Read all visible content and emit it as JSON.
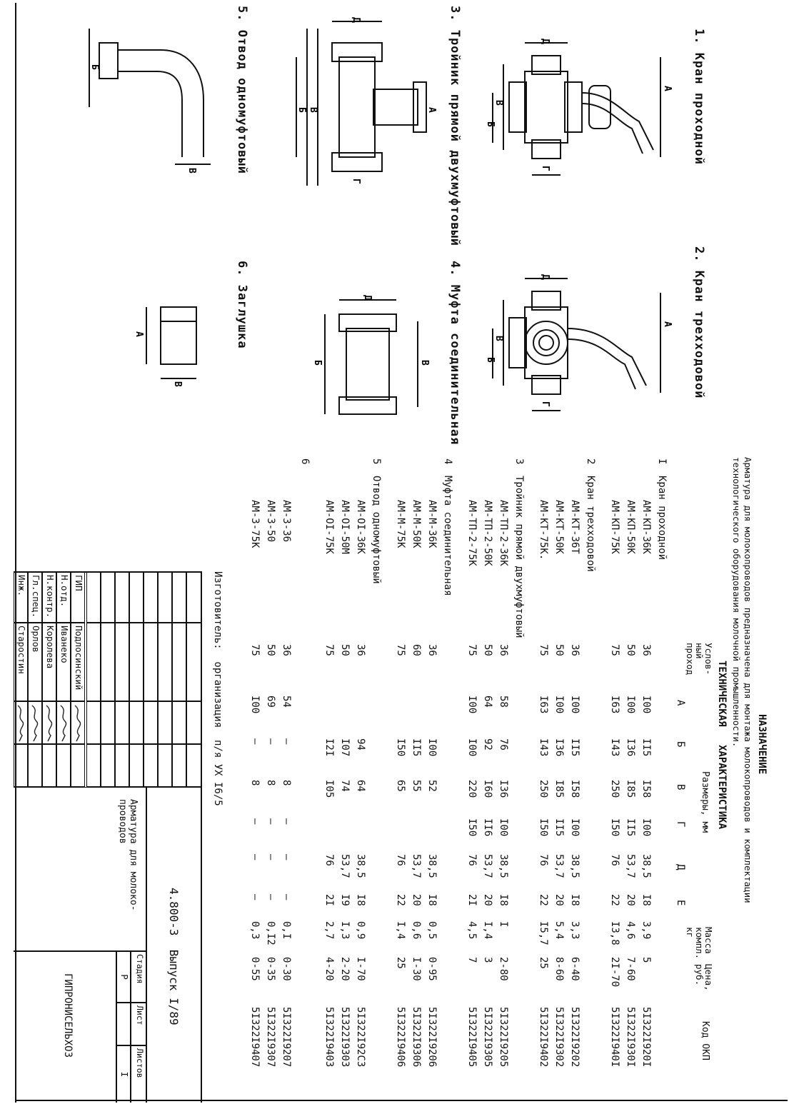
{
  "items": [
    {
      "title": "1. Кран проходной"
    },
    {
      "title": "2. Кран трехходовой"
    },
    {
      "title": "3. Тройник прямой двухмуфтовый"
    },
    {
      "title": "4. Муфта соединительная"
    },
    {
      "title": "5. Отвод одномуфтовый"
    },
    {
      "title": "6. Заглушка"
    }
  ],
  "dim_letters": {
    "a": "А",
    "b": "Б",
    "v": "В",
    "g": "Г",
    "d": "Д",
    "e": "Е"
  },
  "spec": {
    "heading": "НАЗНАЧЕНИЕ",
    "purpose_line1": "Арматура для молокопроводов предназначена для монтажа молокопроводов и комплектации",
    "purpose_line2": "технологического оборудования молочной промышленности.",
    "tech_heading": "ТЕХНИЧЕСКАЯ   ХАРАКТЕРИСТИКА",
    "col_nominal": "Услов-\nный\nпроход",
    "col_dimensions": "Размеры, мм",
    "col_letters": [
      "А",
      "Б",
      "В",
      "Г",
      "Д",
      "Е"
    ],
    "col_mass": "Масса\nкомпл.\nкг",
    "col_price": "Цена,\nруб.",
    "col_okp": "Код ОКП",
    "groups": [
      {
        "num": "I",
        "name": "Кран проходной",
        "rows": [
          {
            "code": "АМ-КП-36К",
            "dn": "36",
            "a": "I00",
            "b": "II5",
            "v": "I58",
            "g": "I00",
            "d": "38,5",
            "e": "I8",
            "mass": "3,9",
            "price": "5",
            "okp": "5I322I920I"
          },
          {
            "code": "АМ-КП-50К",
            "dn": "50",
            "a": "I00",
            "b": "I36",
            "v": "I85",
            "g": "II5",
            "d": "53,7",
            "e": "20",
            "mass": "4,6",
            "price": "7-60",
            "okp": "5I322I930I"
          },
          {
            "code": "АМ-КП-75К",
            "dn": "75",
            "a": "I63",
            "b": "I43",
            "v": "250",
            "g": "I50",
            "d": "76",
            "e": "22",
            "mass": "I3,8",
            "price": "2I-70",
            "okp": "5I322I940I"
          }
        ]
      },
      {
        "num": "2",
        "name": "Кран трехходовой",
        "rows": [
          {
            "code": "АМ-КТ-36Т",
            "dn": "36",
            "a": "I00",
            "b": "II5",
            "v": "I58",
            "g": "I00",
            "d": "38,5",
            "e": "I8",
            "mass": "3,3",
            "price": "6-40",
            "okp": "5I322I9202"
          },
          {
            "code": "АМ-КТ-50К",
            "dn": "50",
            "a": "I00",
            "b": "I36",
            "v": "I85",
            "g": "II5",
            "d": "53,7",
            "e": "20",
            "mass": "5,4",
            "price": "8-60",
            "okp": "5I322I9302"
          },
          {
            "code": "АМ-КТ-75К.",
            "dn": "75",
            "a": "I63",
            "b": "I43",
            "v": "250",
            "g": "I50",
            "d": "76",
            "e": "22",
            "mass": "I5,7",
            "price": "25",
            "okp": "5I322I9402"
          }
        ]
      },
      {
        "num": "3",
        "name": "Тройник прямой двухмуфтовый",
        "rows": [
          {
            "code": "АМ-ТП-2-36К",
            "dn": "36",
            "a": "58",
            "b": "76",
            "v": "I36",
            "g": "I00",
            "d": "38,5",
            "e": "I8",
            "mass": "I",
            "price": "2-80",
            "okp": "5I322I9205"
          },
          {
            "code": "АМ-ТП-2-50К",
            "dn": "50",
            "a": "64",
            "b": "92",
            "v": "I60",
            "g": "II6",
            "d": "53,7",
            "e": "20",
            "mass": "I,4",
            "price": "3",
            "okp": "5I322I9305"
          },
          {
            "code": "АМ-ТП-2-75К",
            "dn": "75",
            "a": "I00",
            "b": "I00",
            "v": "220",
            "g": "I50",
            "d": "76",
            "e": "2I",
            "mass": "4,5",
            "price": "7",
            "okp": "5I322I9405"
          }
        ]
      },
      {
        "num": "4",
        "name": "Муфта соединительная",
        "rows": [
          {
            "code": "АМ-М-36К",
            "dn": "36",
            "a": "",
            "b": "I00",
            "v": "52",
            "g": "",
            "d": "38,5",
            "e": "I8",
            "mass": "0,5",
            "price": "0-95",
            "okp": "5I322I9206"
          },
          {
            "code": "АМ-М-50К",
            "dn": "60",
            "a": "",
            "b": "II5",
            "v": "55",
            "g": "",
            "d": "53,7",
            "e": "20",
            "mass": "0,6",
            "price": "I-30",
            "okp": "5I322I9306"
          },
          {
            "code": "АМ-М-75К",
            "dn": "75",
            "a": "",
            "b": "I50",
            "v": "65",
            "g": "",
            "d": "76",
            "e": "22",
            "mass": "I,4",
            "price": "25",
            "okp": "5I322I9406"
          }
        ]
      },
      {
        "num": "5",
        "name": "Отвод одномуфтовый",
        "rows": [
          {
            "code": "АМ-ОI-36К",
            "dn": "36",
            "a": "",
            "b": "94",
            "v": "64",
            "g": "",
            "d": "38,5",
            "e": "I8",
            "mass": "0,9",
            "price": "I-70",
            "okp": "5I322I92C3"
          },
          {
            "code": "АМ-ОI-50М",
            "dn": "50",
            "a": "",
            "b": "I07",
            "v": "74",
            "g": "",
            "d": "53,7",
            "e": "I9",
            "mass": "I,3",
            "price": "2-20",
            "okp": "5I322I9303"
          },
          {
            "code": "АМ-ОI-75К",
            "dn": "75",
            "a": "",
            "b": "I2I",
            "v": "I05",
            "g": "",
            "d": "76",
            "e": "2I",
            "mass": "2,7",
            "price": "4-20",
            "okp": "5I322I9403"
          }
        ]
      },
      {
        "num": "6",
        "name": "",
        "rows": [
          {
            "code": "АМ-3-36",
            "dn": "36",
            "a": "54",
            "b": "–",
            "v": "8",
            "g": "–",
            "d": "–",
            "e": "–",
            "mass": "0,I",
            "price": "0-30",
            "okp": "5I322I9207"
          },
          {
            "code": "АМ-3-50",
            "dn": "50",
            "a": "69",
            "b": "–",
            "v": "8",
            "g": "–",
            "d": "–",
            "e": "–",
            "mass": "0,I2",
            "price": "0-35",
            "okp": "5I322I9307"
          },
          {
            "code": "АМ-3-75К",
            "dn": "75",
            "a": "I00",
            "b": "–",
            "v": "8",
            "g": "–",
            "d": "–",
            "e": "–",
            "mass": "0,3",
            "price": "0-55",
            "okp": "5I322I9407"
          }
        ]
      }
    ],
    "manufacturer": "Изготовитель:  организация  п/я УХ I6/5"
  },
  "title_block": {
    "doc_number": "4.800-3  Выпуск I/89",
    "doc_title": "Арматура для молоко-\nпроводов",
    "org": "ГИПРОНИСЕЛЬХОЗ",
    "stage_label": "Стадия",
    "sheet_label": "Лист",
    "sheets_label": "Листов",
    "stage_value": "Р",
    "sheets_value": "I",
    "people": [
      {
        "role": "ГИП",
        "name": "Подлосинский"
      },
      {
        "role": "Н.отд.",
        "name": "Иванеко"
      },
      {
        "role": "Н.контр.",
        "name": "Королева"
      },
      {
        "role": "Гл.спец.",
        "name": "Орлов"
      },
      {
        "role": "Инж.",
        "name": "Старостин"
      }
    ]
  }
}
